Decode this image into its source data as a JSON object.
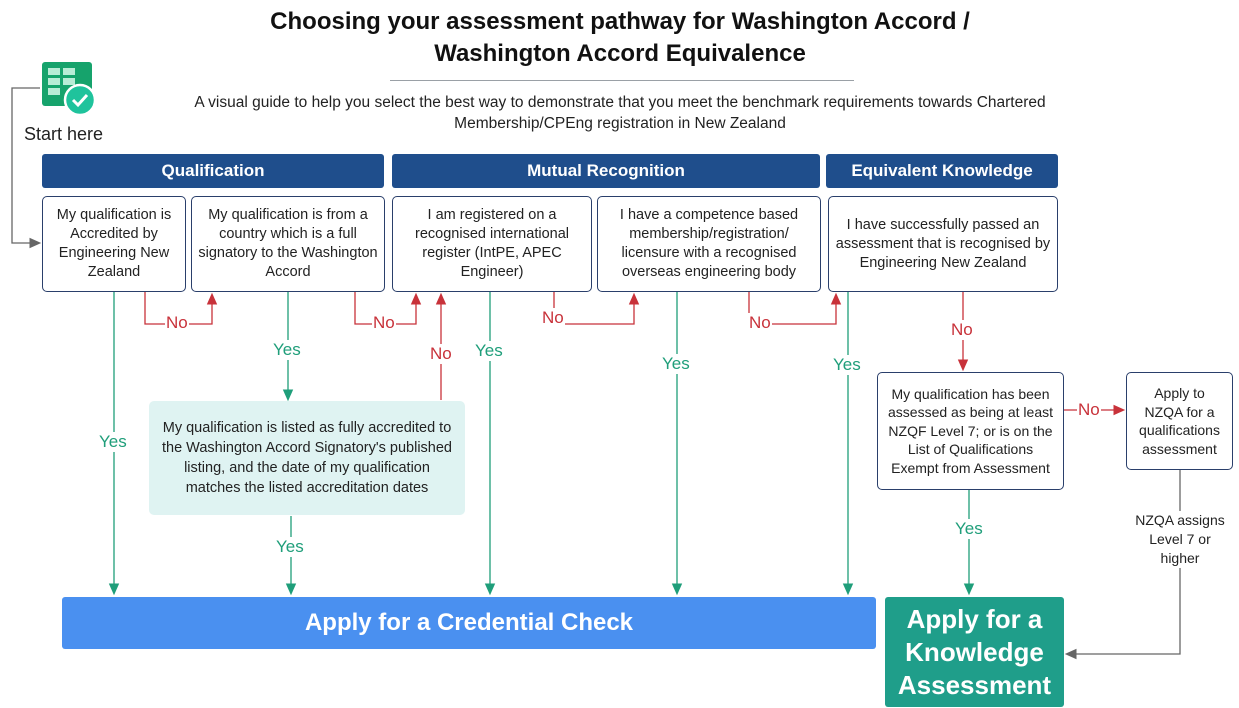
{
  "title": "Choosing your assessment pathway for Washington Accord / Washington Accord Equivalence",
  "subtitle": "A visual guide to help you select the best way to demonstrate that you meet the benchmark requirements towards Chartered Membership/CPEng registration in New Zealand",
  "start_label": "Start here",
  "headers": {
    "qualification": "Qualification",
    "mutual_recognition": "Mutual Recognition",
    "equivalent_knowledge": "Equivalent Knowledge"
  },
  "boxes": {
    "accredited_enz": "My qualification is Accredited by Engineering New Zealand",
    "full_signatory": "My qualification is from a country which is a full signatory to the Washington Accord",
    "intl_register": "I am registered on a recognised international register (IntPE, APEC Engineer)",
    "competence_based": "I have a competence based membership/registration/ licensure with a recognised overseas engineering body",
    "passed_assessment": "I have successfully passed an assessment that is recognised by Engineering New Zealand",
    "listed_accredited": "My qualification is listed as fully accredited to the Washington Accord Signatory's published listing, and the date of my qualification matches the listed accreditation dates",
    "nzqf_level7": "My qualification has been assessed as being at least NZQF Level 7; or is on the List of Qualifications Exempt from Assessment",
    "apply_nzqa": "Apply to NZQA for a qualifications assessment"
  },
  "labels": {
    "yes": "Yes",
    "no": "No",
    "nzqa_assigns": "NZQA assigns Level 7 or higher"
  },
  "outcomes": {
    "credential_check": "Apply for a Credential Check",
    "knowledge_assessment": "Apply for a Knowledge Assessment"
  },
  "colors": {
    "header": "#1f4e8c",
    "yes": "#1f9e7a",
    "no": "#c8323a",
    "credential_check": "#4a90f0",
    "knowledge_assessment": "#1f9e8a",
    "teal_box": "#dff3f2"
  }
}
